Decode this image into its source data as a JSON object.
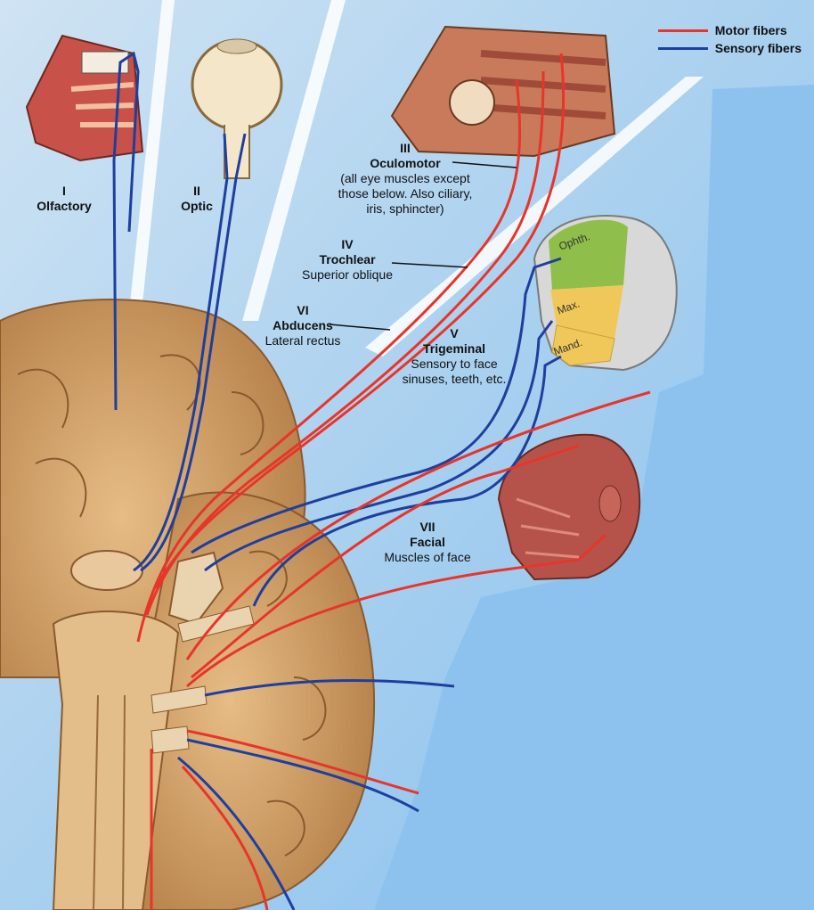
{
  "legend": {
    "motor": {
      "label": "Motor fibers",
      "color": "#e8352a"
    },
    "sensory": {
      "label": "Sensory fibers",
      "color": "#1e3f9e"
    }
  },
  "nerves": {
    "olfactory": {
      "number": "I",
      "name": "Olfactory"
    },
    "optic": {
      "number": "II",
      "name": "Optic"
    },
    "oculomotor": {
      "number": "III",
      "name": "Oculomotor",
      "desc_lines": [
        "(all eye muscles except",
        "those below. Also ciliary,",
        "iris, sphincter)"
      ]
    },
    "trochlear": {
      "number": "IV",
      "name": "Trochlear",
      "desc": "Superior oblique"
    },
    "abducens": {
      "number": "VI",
      "name": "Abducens",
      "desc": "Lateral rectus"
    },
    "trigeminal": {
      "number": "V",
      "name": "Trigeminal",
      "desc_lines": [
        "Sensory to face",
        "sinuses, teeth, etc."
      ]
    },
    "facial": {
      "number": "VII",
      "name": "Facial",
      "desc": "Muscles of face"
    }
  },
  "trigeminal_regions": {
    "ophthalmic": "Ophth.",
    "maxillary": "Max.",
    "mandibular": "Mand."
  },
  "colors": {
    "sky": "#9ac9ee",
    "cutout": "#8ec2ee",
    "brain": "#d9a86e",
    "green_region": "#8fbf4a",
    "yellow_region": "#f0c85a"
  }
}
